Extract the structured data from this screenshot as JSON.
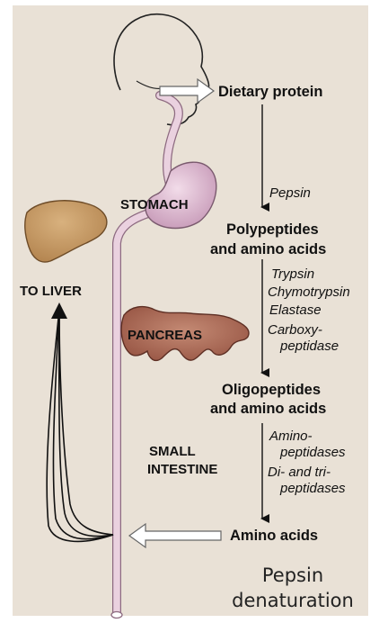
{
  "organs": {
    "stomach": "STOMACH",
    "to_liver": "TO LIVER",
    "pancreas": "PANCREAS",
    "small_intestine_line1": "SMALL",
    "small_intestine_line2": "INTESTINE"
  },
  "products": {
    "dietary_protein": "Dietary protein",
    "polypeptides_line1": "Polypeptides",
    "polypeptides_line2": "and amino acids",
    "oligopeptides_line1": "Oligopeptides",
    "oligopeptides_line2": "and amino acids",
    "amino_acids": "Amino acids"
  },
  "enzymes": {
    "pepsin": "Pepsin",
    "trypsin": "Trypsin",
    "chymotrypsin": "Chymotrypsin",
    "elastase": "Elastase",
    "carboxy_line1": "Carboxy-",
    "carboxy_line2": "peptidase",
    "amino_line1": "Amino-",
    "amino_line2": "peptidases",
    "ditri_line1": "Di- and tri-",
    "ditri_line2": "peptidases"
  },
  "caption": {
    "line1": "Pepsin",
    "line2": "denaturation"
  },
  "colors": {
    "panel": "#e9e1d6",
    "tube": "#ead1df",
    "tube_edge": "#8d6a80",
    "stomach": "#d9b5cc",
    "liver": "#c79a63",
    "pancreas": "#a96a5a"
  }
}
